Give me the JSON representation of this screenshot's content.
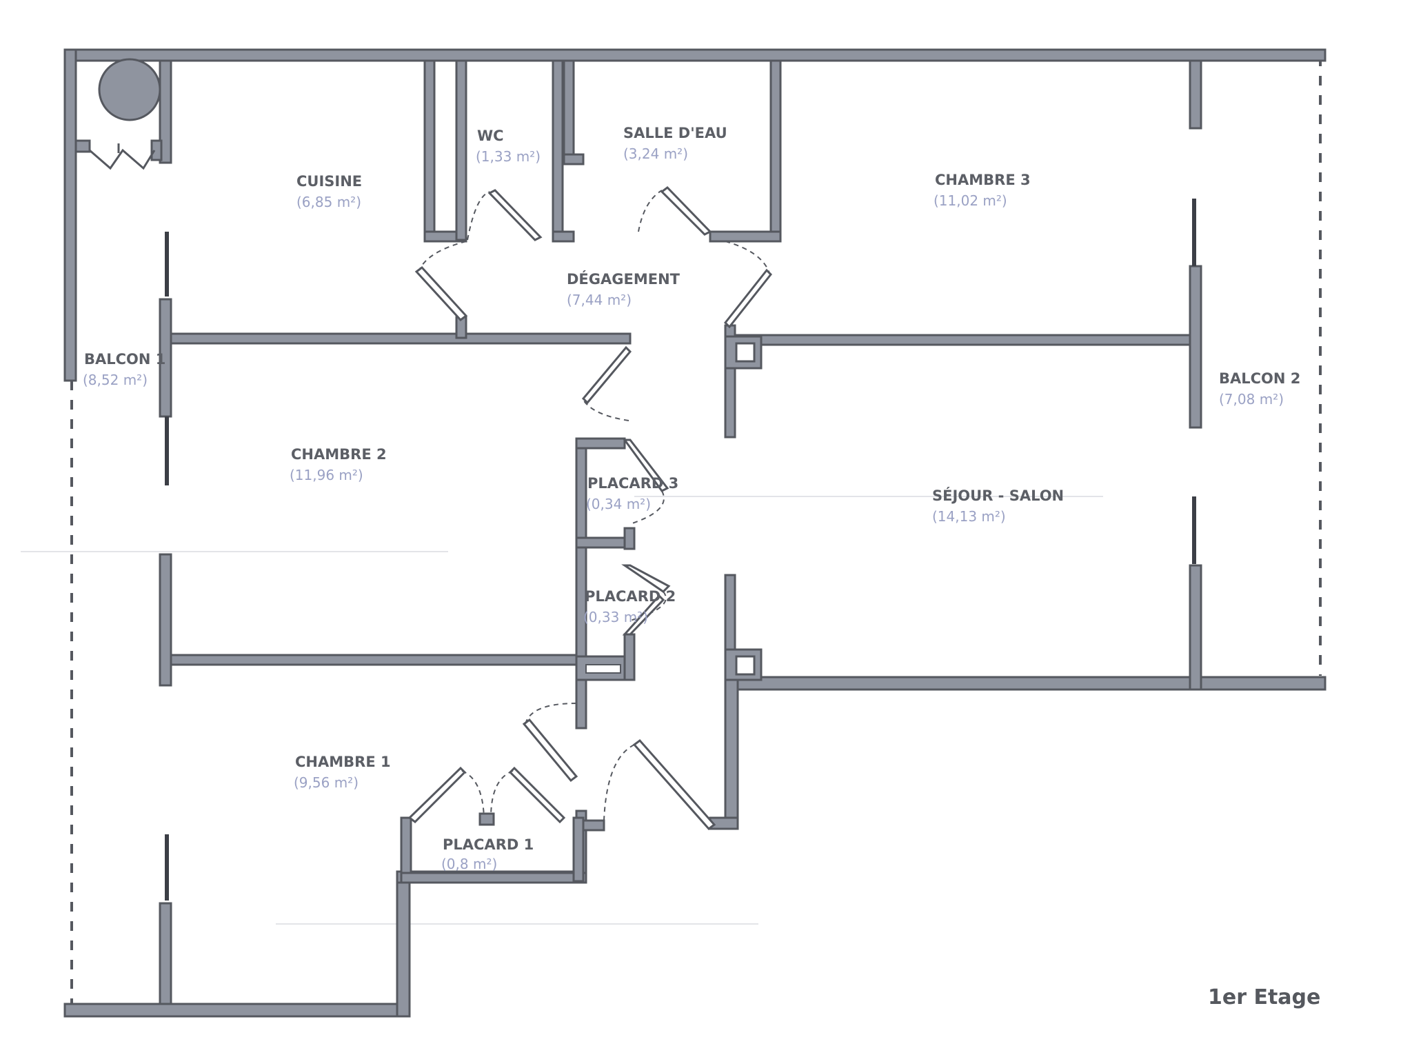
{
  "rooms": [
    {
      "id": "cuisine",
      "name": "CUISINE",
      "area": "(6,85 m²)"
    },
    {
      "id": "wc",
      "name": "WC",
      "area": "(1,33 m²)"
    },
    {
      "id": "salle-deau",
      "name": "SALLE D'EAU",
      "area": "(3,24 m²)"
    },
    {
      "id": "chambre-3",
      "name": "CHAMBRE 3",
      "area": "(11,02 m²)"
    },
    {
      "id": "degagement",
      "name": "DÉGAGEMENT",
      "area": "(7,44 m²)"
    },
    {
      "id": "balcon-1",
      "name": "BALCON 1",
      "area": "(8,52 m²)"
    },
    {
      "id": "balcon-2",
      "name": "BALCON 2",
      "area": "(7,08 m²)"
    },
    {
      "id": "chambre-2",
      "name": "CHAMBRE 2",
      "area": "(11,96 m²)"
    },
    {
      "id": "placard-3",
      "name": "PLACARD 3",
      "area": "(0,34 m²)"
    },
    {
      "id": "sejour-salon",
      "name": "SÉJOUR - SALON",
      "area": "(14,13 m²)"
    },
    {
      "id": "placard-2",
      "name": "PLACARD 2",
      "area": "(0,33 m²)"
    },
    {
      "id": "chambre-1",
      "name": "CHAMBRE 1",
      "area": "(9,56 m²)"
    },
    {
      "id": "placard-1",
      "name": "PLACARD 1",
      "area": "(0,8 m²)"
    }
  ],
  "floor_label": "1er Etage",
  "colors": {
    "wall_fill": "#8f949f",
    "wall_stroke": "#55585f",
    "room_name": "#5c5f66",
    "room_area": "#9aa1c4"
  }
}
